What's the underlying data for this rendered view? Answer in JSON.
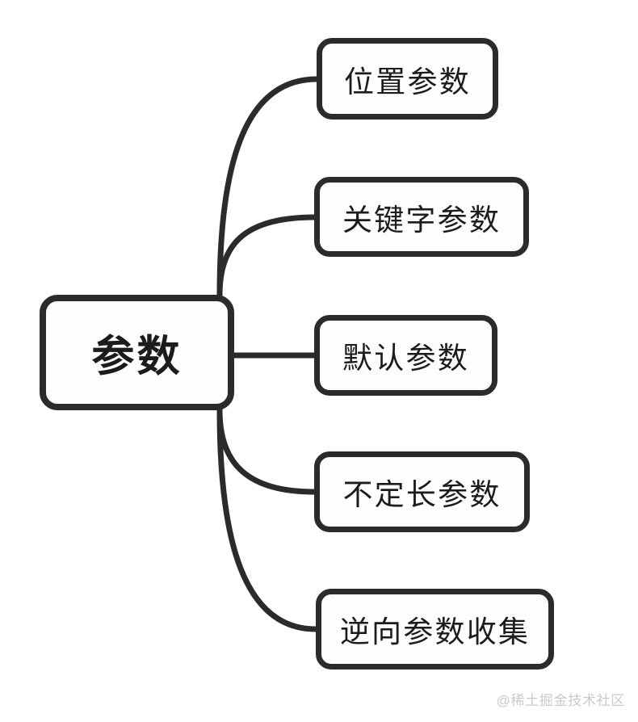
{
  "diagram": {
    "type": "mindmap",
    "orientation": "left-to-right",
    "title": "参数",
    "stroke_color": "#2b2b2b",
    "node_fill_color": "#fdfdfd",
    "text_color": "#1c1c1c",
    "root": {
      "label": "参数",
      "name": "root-node"
    },
    "children": [
      {
        "label": "位置参数",
        "name": "node-positional-parameters",
        "connector": "curve-up"
      },
      {
        "label": "关键字参数",
        "name": "node-keyword-parameters",
        "connector": "curve-up"
      },
      {
        "label": "默认参数",
        "name": "node-default-parameters",
        "connector": "straight"
      },
      {
        "label": "不定长参数",
        "name": "node-variadic-parameters",
        "connector": "curve-down"
      },
      {
        "label": "逆向参数收集",
        "name": "node-reverse-collection",
        "connector": "curve-down"
      }
    ]
  },
  "watermark": {
    "text": "@稀土掘金技术社区",
    "color": "#c9c9c9"
  }
}
